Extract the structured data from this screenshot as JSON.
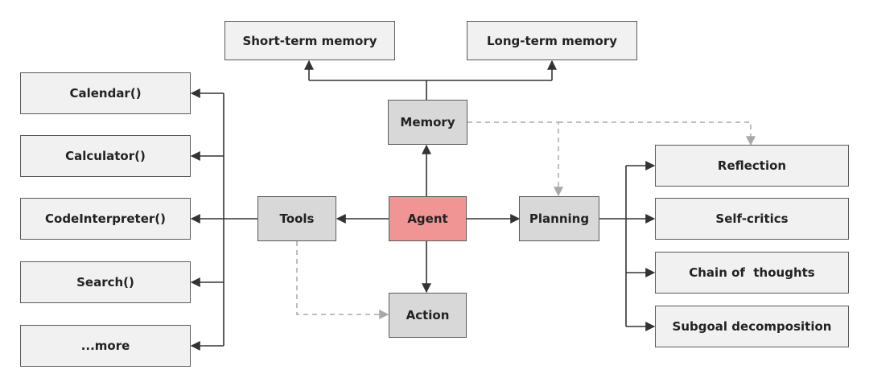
{
  "colors": {
    "agent_fill": "#f09494",
    "core_fill": "#d8d8d8",
    "leaf_fill": "#f1f1f1",
    "solid_arrow": "#333333",
    "dashed_arrow": "#a8a8a8"
  },
  "nodes": {
    "short_term_memory": "Short-term memory",
    "long_term_memory": "Long-term memory",
    "memory": "Memory",
    "agent": "Agent",
    "tools": "Tools",
    "planning": "Planning",
    "action": "Action",
    "calendar": "Calendar()",
    "calculator": "Calculator()",
    "code_interpreter": "CodeInterpreter()",
    "search": "Search()",
    "more": "...more",
    "reflection": "Reflection",
    "self_critics": "Self-critics",
    "chain_of_thoughts": "Chain of  thoughts",
    "subgoal_decomposition": "Subgoal decomposition"
  }
}
